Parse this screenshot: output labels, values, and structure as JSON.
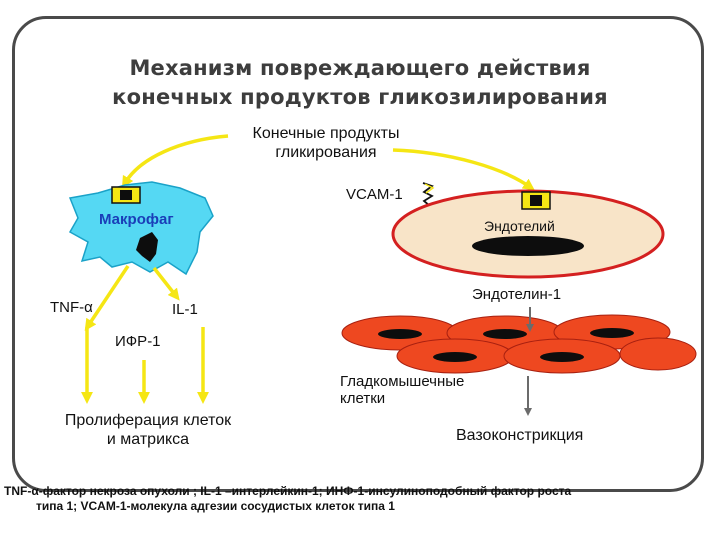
{
  "title": {
    "line1": "Механизм повреждающего действия",
    "line2": "конечных продуктов гликозилирования"
  },
  "nodes": {
    "ages": {
      "line1": "Конечные продукты",
      "line2": "гликирования"
    },
    "macrophage": "Макрофаг",
    "vcam": "VCAM-1",
    "endothelium": "Эндотелий",
    "tnf": "TNF-α",
    "il1": "IL-1",
    "ifr1": "ИФР-1",
    "endothelin": "Эндотелин-1",
    "smooth_muscle": {
      "line1": "Гладкомышечные",
      "line2": "клетки"
    },
    "proliferation": {
      "line1": "Пролиферация клеток",
      "line2": "и матрикса"
    },
    "vasoconstriction": "Вазоконстрикция"
  },
  "footnote": {
    "line1": "TNF-α-фактор некроза опухоли ; IL-1 –интерлейкин-1; ИНФ-1-инсулиноподобный фактор роста",
    "line2": "типа 1; VCAM-1-молекула адгезии сосудистых клеток типа 1"
  },
  "colors": {
    "arrow": "#f5e614",
    "macrophage": "#55d8f3",
    "endothelium_fill": "#f8e4c8",
    "endothelium_border": "#d42020",
    "smooth_muscle": "#ee4820",
    "nucleus": "#0d0d0d",
    "receptor": "#f5e614",
    "frame": "#4a4a4a",
    "title": "#3d3d3d"
  }
}
